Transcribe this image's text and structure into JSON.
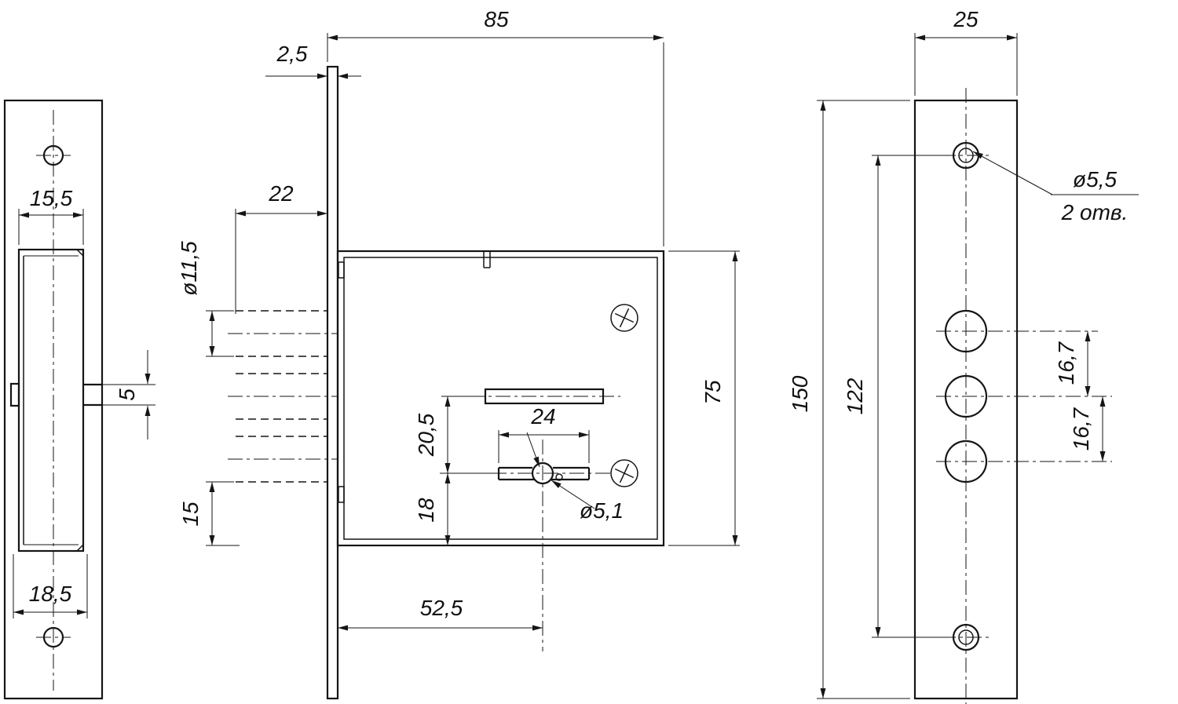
{
  "drawing": {
    "background": "#ffffff",
    "line_color": "#151515",
    "views": {
      "strike_box": {
        "dims": {
          "width_top": "15,5",
          "width_bottom": "18,5",
          "tab_height": "5"
        }
      },
      "lock_body": {
        "dims": {
          "body_width": "85",
          "faceplate_thickness": "2,5",
          "bolt_throw": "22",
          "bolt_diameter": "ø11,5",
          "body_height": "75",
          "keyway_width": "24",
          "keyway_offset": "20,5",
          "key_bottom_offset": "18",
          "bolt_bottom_offset": "15",
          "backset": "52,5",
          "key_hole_diameter": "ø5,1"
        }
      },
      "faceplate": {
        "dims": {
          "width": "25",
          "height": "150",
          "screw_spacing": "122",
          "screw_hole_diameter": "ø5,5",
          "screw_hole_count": "2 отв.",
          "bolt_spacing_upper": "16,7",
          "bolt_spacing_lower": "16,7"
        }
      }
    }
  }
}
